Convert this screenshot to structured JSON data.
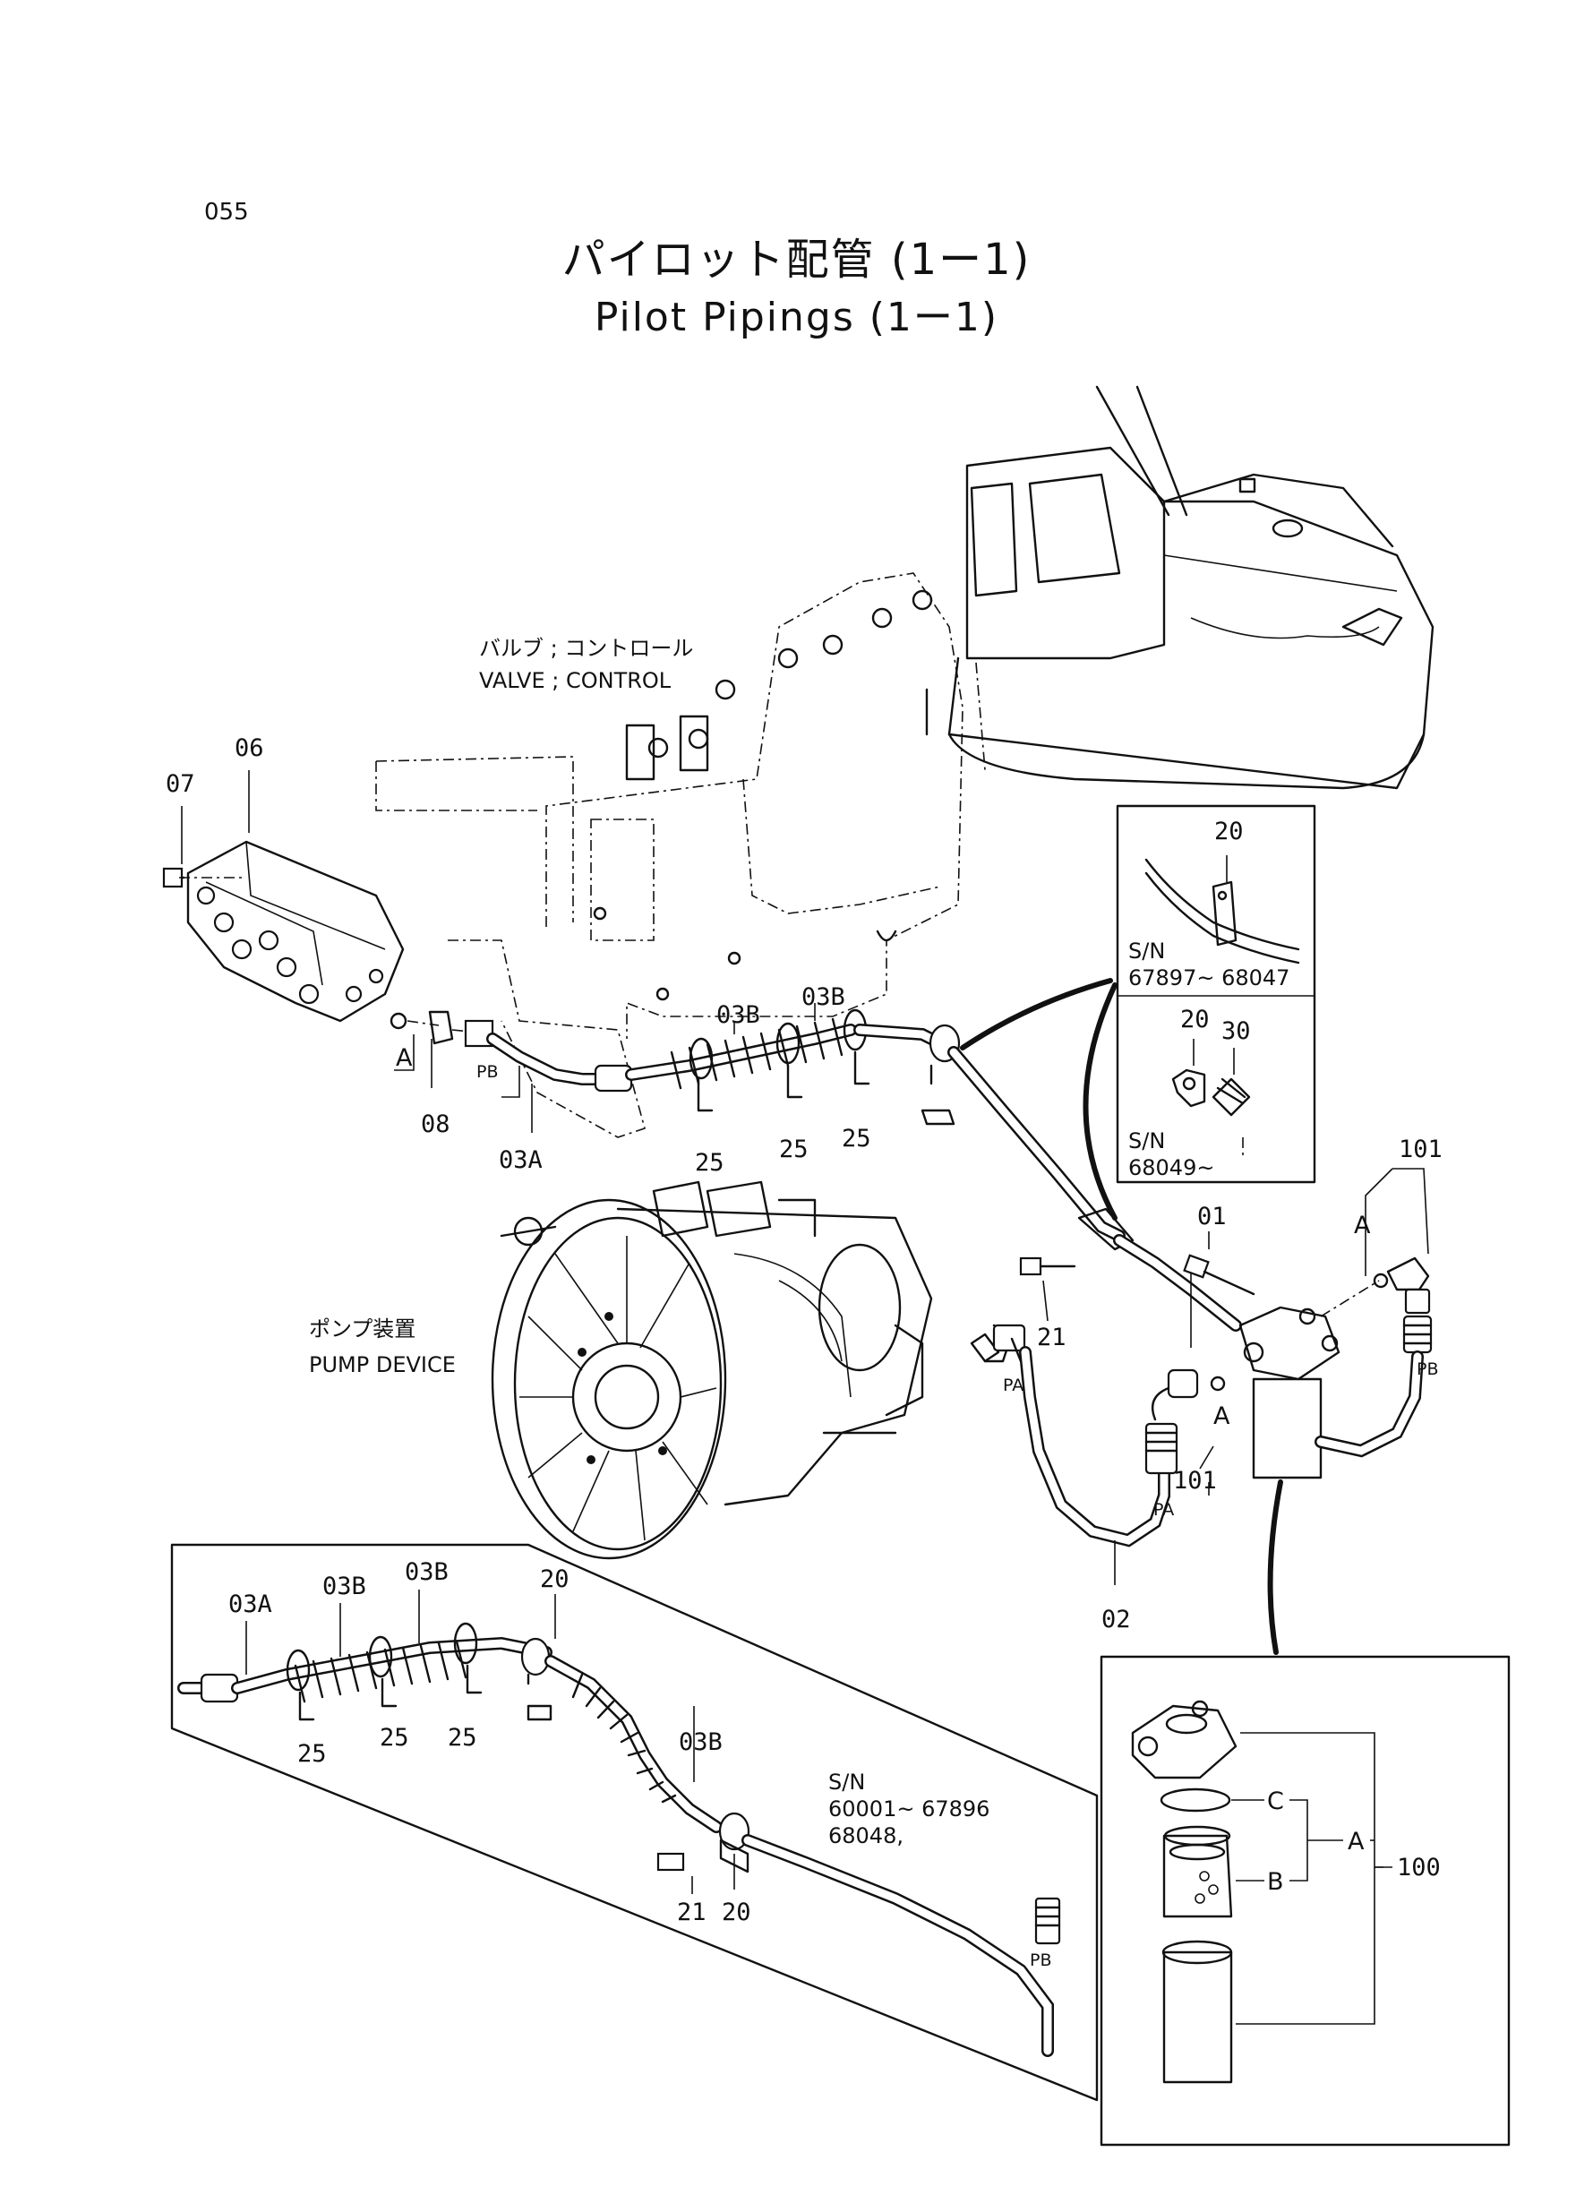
{
  "page_number": "055",
  "title_jp": "パイロット配管 (1ー1)",
  "title_en": "Pilot Pipings (1ー1)",
  "valve_label_jp": "バルブ ; コントロール",
  "valve_label_en": "VALVE ; CONTROL",
  "pump_label_jp": "ポンプ装置",
  "pump_label_en": "PUMP DEVICE",
  "callouts": {
    "c07": "07",
    "c06": "06",
    "cA_left": "A",
    "cPB_left": "PB",
    "c08": "08",
    "c03A": "03A",
    "c03B_1": "03B",
    "c03B_2": "03B",
    "c25_1": "25",
    "c25_2": "25",
    "c25_3": "25",
    "c21": "21",
    "c01": "01",
    "c101_top": "101",
    "cA_right": "A",
    "cPB_right": "PB",
    "cPA_1": "PA",
    "cA_mid": "A",
    "c101_mid": "101",
    "cPA_2": "PA",
    "c02": "02",
    "inset_c20": "20",
    "inset_sn1_label": "S/N",
    "inset_sn1_range": "67897~ 68047",
    "inset_c20b": "20",
    "inset_c30": "30",
    "inset_sn2_label": "S/N",
    "inset_sn2_range": "68049~",
    "lower_03A": "03A",
    "lower_03B_1": "03B",
    "lower_03B_2": "03B",
    "lower_20_top": "20",
    "lower_25_1": "25",
    "lower_25_2": "25",
    "lower_25_3": "25",
    "lower_03B_3": "03B",
    "lower_sn_label": "S/N",
    "lower_sn_range": "60001~ 67896",
    "lower_sn_extra": "68048,",
    "lower_21": "21",
    "lower_20_bottom": "20",
    "lower_PB": "PB",
    "filter_C": "C",
    "filter_A": "A",
    "filter_B": "B",
    "filter_100": "100"
  }
}
